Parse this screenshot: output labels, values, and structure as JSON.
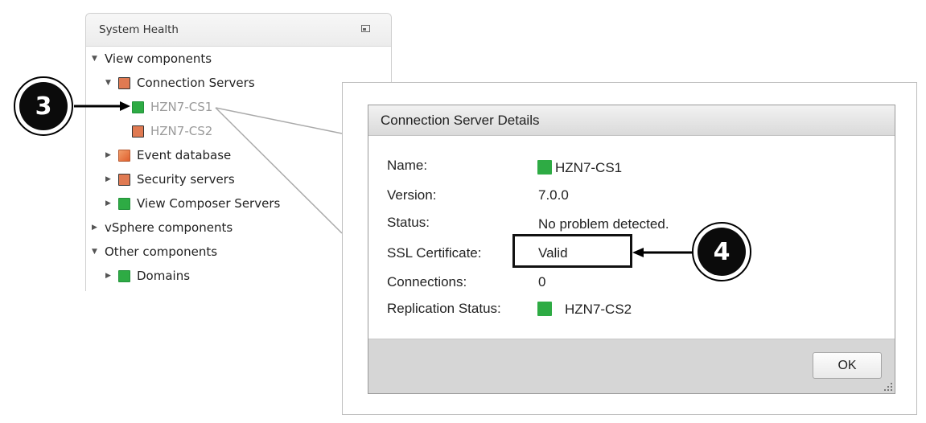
{
  "system_health": {
    "title": "System Health",
    "view_components": "View components",
    "connection_servers": "Connection Servers",
    "cs1": "HZN7-CS1",
    "cs2": "HZN7-CS2",
    "event_database": "Event database",
    "security_servers": "Security servers",
    "view_composer_servers": "View Composer Servers",
    "vsphere_components": "vSphere components",
    "other_components": "Other components",
    "domains": "Domains"
  },
  "dialog": {
    "title": "Connection Server Details",
    "labels": {
      "name": "Name:",
      "version": "Version:",
      "status": "Status:",
      "ssl": "SSL Certificate:",
      "connections": "Connections:",
      "replication": "Replication Status:"
    },
    "values": {
      "name": "HZN7-CS1",
      "version": "7.0.0",
      "status": "No problem detected.",
      "ssl": "Valid",
      "connections": "0",
      "replication": "HZN7-CS2"
    },
    "ok_label": "OK"
  },
  "callouts": {
    "three": "3",
    "four": "4"
  },
  "colors": {
    "healthy": "#2eab44",
    "warning": "#e07a52"
  }
}
